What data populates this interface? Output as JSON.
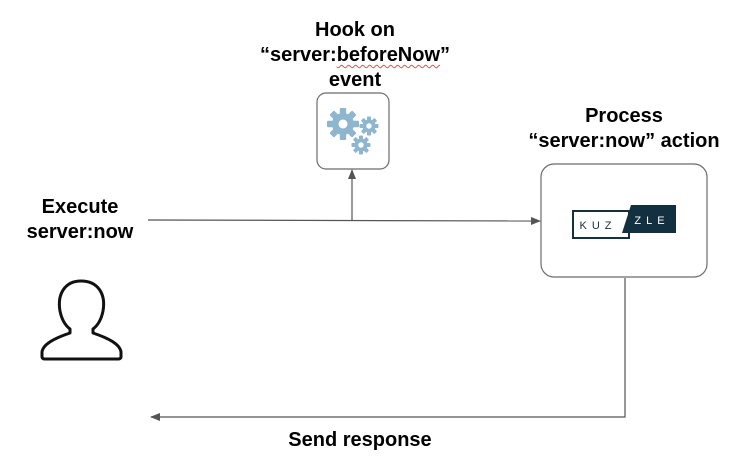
{
  "hook": {
    "line1": "Hook on",
    "quote_open": "“server:",
    "quote_word": "beforeNow",
    "quote_close": "”",
    "line3": "event"
  },
  "process": {
    "line1": "Process",
    "line2": "“server:now” action"
  },
  "execute": {
    "line1": "Execute",
    "line2": "server:now"
  },
  "response": {
    "label": "Send response"
  },
  "kuzzle_logo": {
    "left_text": "KUZ",
    "right_text": "ZLE",
    "color": "#12303f"
  },
  "colors": {
    "gear": "#8fb6cf",
    "line": "#555555",
    "box_border": "#6b6b6b"
  },
  "icons": {
    "hook": "gears-icon",
    "user": "user-icon"
  }
}
